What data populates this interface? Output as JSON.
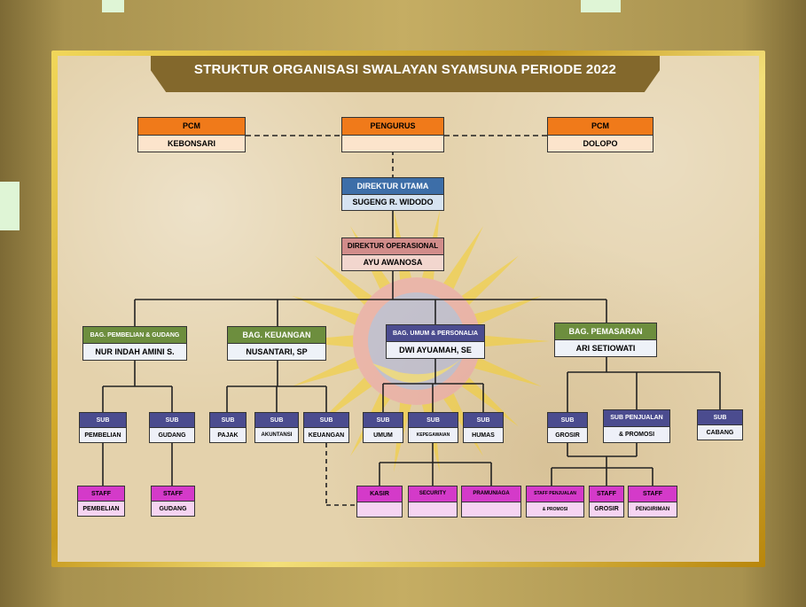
{
  "title": "STRUKTUR ORGANISASI SWALAYAN SYAMSUNA PERIODE 2022",
  "top_row": {
    "pcm_left": {
      "head": "PCM",
      "body": "KEBONSARI"
    },
    "pengurus": {
      "head": "PENGURUS",
      "body": ""
    },
    "pcm_right": {
      "head": "PCM",
      "body": "DOLOPO"
    }
  },
  "direktur_utama": {
    "head": "DIREKTUR UTAMA",
    "body": "SUGENG R. WIDODO"
  },
  "direktur_operasional": {
    "head": "DIREKTUR OPERASIONAL",
    "body": "AYU AWANOSA"
  },
  "departments": [
    {
      "head": "BAG. PEMBELIAN & GUDANG",
      "body": "NUR INDAH AMINI S."
    },
    {
      "head": "BAG. KEUANGAN",
      "body": "NUSANTARI, SP"
    },
    {
      "head": "BAG. UMUM & PERSONALIA",
      "body": "DWI AYUAMAH, SE"
    },
    {
      "head": "BAG. PEMASARAN",
      "body": "ARI SETIOWATI"
    }
  ],
  "subs": [
    {
      "head": "SUB",
      "body": "PEMBELIAN"
    },
    {
      "head": "SUB",
      "body": "GUDANG"
    },
    {
      "head": "SUB",
      "body": "PAJAK"
    },
    {
      "head": "SUB",
      "body": "AKUNTANSI"
    },
    {
      "head": "SUB",
      "body": "KEUANGAN"
    },
    {
      "head": "SUB",
      "body": "UMUM"
    },
    {
      "head": "SUB",
      "body": "KEPEGAWAIAN"
    },
    {
      "head": "SUB",
      "body": "HUMAS"
    },
    {
      "head": "SUB",
      "body": "GROSIR"
    },
    {
      "head": "SUB PENJUALAN",
      "body": "& PROMOSI"
    },
    {
      "head": "SUB",
      "body": "CABANG"
    }
  ],
  "staff": [
    {
      "head": "STAFF",
      "body": "PEMBELIAN"
    },
    {
      "head": "STAFF",
      "body": "GUDANG"
    },
    {
      "head": "KASIR",
      "body": ""
    },
    {
      "head": "SECURITY",
      "body": ""
    },
    {
      "head": "PRAMUNIAGA",
      "body": ""
    },
    {
      "head": "STAFF PENJUALAN",
      "body": "& PROMOSI"
    },
    {
      "head": "STAFF",
      "body": "GROSIR"
    },
    {
      "head": "STAFF",
      "body": "PENGIRIMAN"
    }
  ],
  "colors": {
    "orange": "#f07a1a",
    "blue": "#3d6ea8",
    "salmon": "#d18c8a",
    "olive": "#6d8e3e",
    "indigo": "#4b4c8f",
    "magenta": "#d43ac9",
    "banner": "#83682c",
    "frame_gold": "#d4a72c"
  }
}
